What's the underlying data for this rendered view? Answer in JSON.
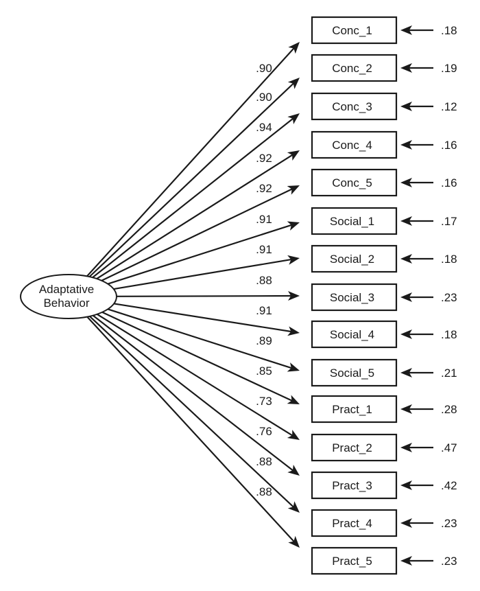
{
  "diagram": {
    "type": "confirmatory-factor-analysis",
    "latent": {
      "label_lines": [
        "Adaptative",
        "Behavior"
      ]
    },
    "indicators": [
      {
        "name": "Conc_1",
        "loading": ".90",
        "error": ".18"
      },
      {
        "name": "Conc_2",
        "loading": ".90",
        "error": ".19"
      },
      {
        "name": "Conc_3",
        "loading": ".94",
        "error": ".12"
      },
      {
        "name": "Conc_4",
        "loading": ".92",
        "error": ".16"
      },
      {
        "name": "Conc_5",
        "loading": ".92",
        "error": ".16"
      },
      {
        "name": "Social_1",
        "loading": ".91",
        "error": ".17"
      },
      {
        "name": "Social_2",
        "loading": ".91",
        "error": ".18"
      },
      {
        "name": "Social_3",
        "loading": ".88",
        "error": ".23"
      },
      {
        "name": "Social_4",
        "loading": ".91",
        "error": ".18"
      },
      {
        "name": "Social_5",
        "loading": ".89",
        "error": ".21"
      },
      {
        "name": "Pract_1",
        "loading": ".85",
        "error": ".28"
      },
      {
        "name": "Pract_2",
        "loading": ".73",
        "error": ".47"
      },
      {
        "name": "Pract_3",
        "loading": ".76",
        "error": ".42"
      },
      {
        "name": "Pract_4",
        "loading": ".88",
        "error": ".23"
      },
      {
        "name": "Pract_5",
        "loading": ".88",
        "error": ".23"
      }
    ]
  },
  "colors": {
    "stroke": "#1a1a1a",
    "background": "#ffffff"
  }
}
